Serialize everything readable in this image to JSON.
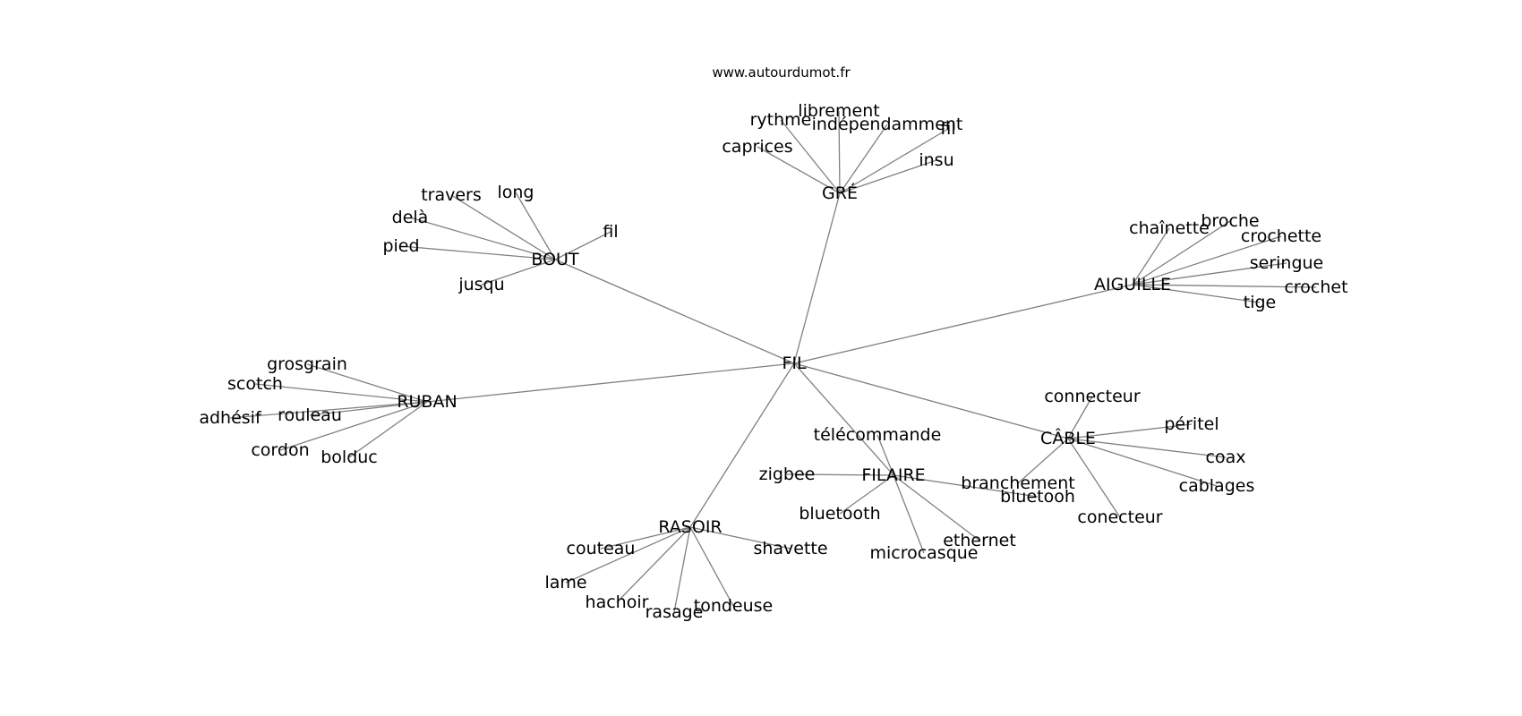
{
  "header": {
    "site": "www.autourdumot.fr"
  },
  "graph": {
    "center": "FIL",
    "hubs": [
      {
        "id": "GRE",
        "label": "GRÉ",
        "leaves": [
          "rythme",
          "librement",
          "indépendamment",
          "fil",
          "caprices",
          "insu"
        ]
      },
      {
        "id": "BOUT",
        "label": "BOUT",
        "leaves": [
          "travers",
          "long",
          "fil",
          "pied",
          "jusqu",
          "delà"
        ]
      },
      {
        "id": "AIGUILLE",
        "label": "AIGUILLE",
        "leaves": [
          "chaînette",
          "broche",
          "crochette",
          "seringue",
          "crochet",
          "tige"
        ]
      },
      {
        "id": "RUBAN",
        "label": "RUBAN",
        "leaves": [
          "grosgrain",
          "scotch",
          "adhésif",
          "rouleau",
          "cordon",
          "bolduc"
        ]
      },
      {
        "id": "CABLE",
        "label": "CÂBLE",
        "leaves": [
          "connecteur",
          "péritel",
          "coax",
          "cablages",
          "conecteur",
          "branchement"
        ]
      },
      {
        "id": "FILAIRE",
        "label": "FILAIRE",
        "leaves": [
          "télécommande",
          "zigbee",
          "bluetooth",
          "microcasque",
          "ethernet",
          "bluetooh"
        ]
      },
      {
        "id": "RASOIR",
        "label": "RASOIR",
        "leaves": [
          "couteau",
          "shavette",
          "lame",
          "hachoir",
          "rasage",
          "tondeuse"
        ]
      }
    ]
  }
}
